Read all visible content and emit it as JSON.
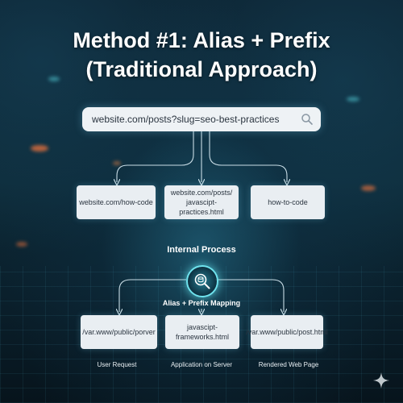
{
  "title": {
    "line1": "Method #1: Alias + Prefix",
    "line2": "(Traditional Approach)"
  },
  "search": {
    "url": "website.com/posts?slug=seo-best-practices",
    "icon": "search-icon"
  },
  "top_boxes": [
    {
      "label": "website.com/how-code"
    },
    {
      "label": "website.com/posts/\njavascipt-practices.html"
    },
    {
      "label": "how-to-code"
    }
  ],
  "internal_process": {
    "label": "Internal Process",
    "icon": "database-search-icon",
    "mapping_label": "Alias + Prefix Mapping"
  },
  "bottom_boxes": [
    {
      "label": "/var.www/public/porver",
      "caption": "User Request"
    },
    {
      "label": "javascipt-frameworks.html",
      "caption": "Application on Server"
    },
    {
      "label": "/var.www/public/post.html",
      "caption": "Rendered Web Page"
    }
  ],
  "decor": {
    "sparkle_icon": "sparkle-icon"
  },
  "colors": {
    "accent": "#6fe3ee",
    "box": "#e9eef2",
    "background": "#0b1d28"
  }
}
